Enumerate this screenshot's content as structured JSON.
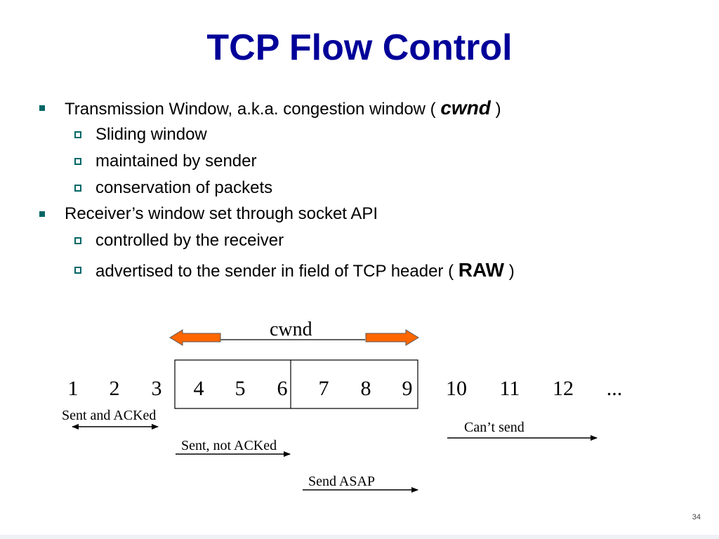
{
  "slide": {
    "title": "TCP Flow Control",
    "page_number": "34"
  },
  "bullets": [
    {
      "level": 1,
      "text": "Transmission Window, a.k.a. congestion window ( ",
      "emphasis": "cwnd",
      "suffix": " )"
    },
    {
      "level": 2,
      "text": "Sliding window"
    },
    {
      "level": 2,
      "text": "maintained by sender"
    },
    {
      "level": 2,
      "text": "conservation of packets"
    },
    {
      "level": 1,
      "text": "Receiver’s window set through socket API"
    },
    {
      "level": 2,
      "text": "controlled by the receiver"
    },
    {
      "level": 2,
      "text": "advertised to the sender in field of TCP header ( ",
      "emphasis": "RAW",
      "suffix": " )"
    }
  ],
  "diagram": {
    "window_label": "cwnd",
    "sequence": [
      "1",
      "2",
      "3",
      "4",
      "5",
      "6",
      "7",
      "8",
      "9",
      "10",
      "11",
      "12",
      "..."
    ],
    "labels": {
      "sent_acked": "Sent and ACKed",
      "sent_not_acked": "Sent, not ACKed",
      "cant_send": "Can’t send",
      "send_asap": "Send ASAP"
    },
    "colors": {
      "title": "#000099",
      "bullet_marker": "#006666",
      "window_arrow": "#ff6600"
    }
  }
}
